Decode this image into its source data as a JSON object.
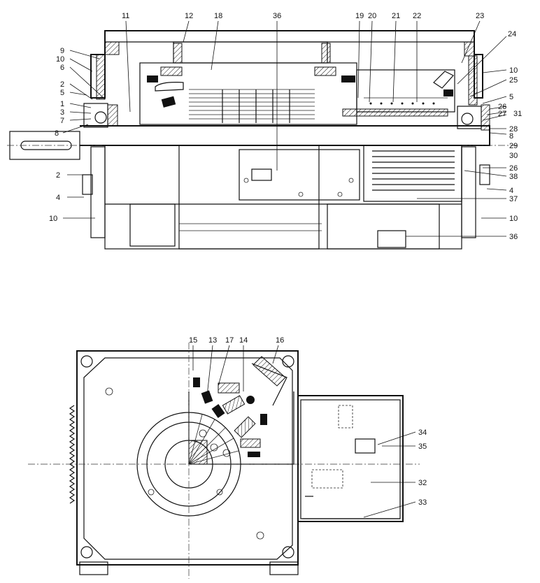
{
  "callouts_side_view": [
    "11",
    "12",
    "18",
    "36",
    "19",
    "20",
    "21",
    "22",
    "23",
    "24",
    "9",
    "10",
    "6",
    "2",
    "5",
    "1",
    "3",
    "7",
    "8",
    "10",
    "25",
    "5",
    "26",
    "27",
    "31",
    "28",
    "8",
    "29",
    "30",
    "26",
    "38",
    "2",
    "4",
    "4",
    "37",
    "10",
    "10",
    "36"
  ],
  "callouts_end_view": [
    "15",
    "13",
    "17",
    "14",
    "16",
    "34",
    "35",
    "32",
    "33"
  ]
}
